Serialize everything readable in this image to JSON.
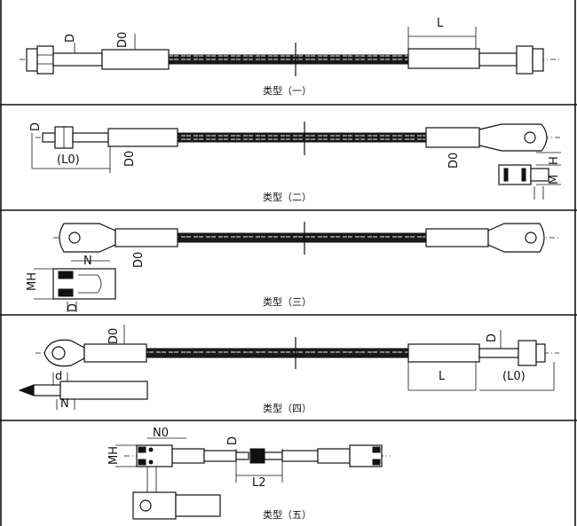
{
  "types": [
    {
      "caption": "类型（一）",
      "labels": {
        "D": "D",
        "D0": "D0",
        "L": "L"
      }
    },
    {
      "caption": "类型（二）",
      "labels": {
        "D": "D",
        "L0": "(L0)",
        "D0_left": "D0",
        "D0_right": "D0",
        "H": "H",
        "M": "M"
      }
    },
    {
      "caption": "类型（三）",
      "labels": {
        "MH": "MH",
        "N": "N",
        "D0": "D0",
        "D": "D"
      }
    },
    {
      "caption": "类型（四）",
      "labels": {
        "D0": "D0",
        "D": "D",
        "d": "d",
        "N": "N",
        "L": "L",
        "L0": "(L0)"
      }
    },
    {
      "caption": "类型（五）",
      "labels": {
        "MH": "MH",
        "N0": "N0",
        "D": "D",
        "L2": "L2"
      }
    }
  ]
}
